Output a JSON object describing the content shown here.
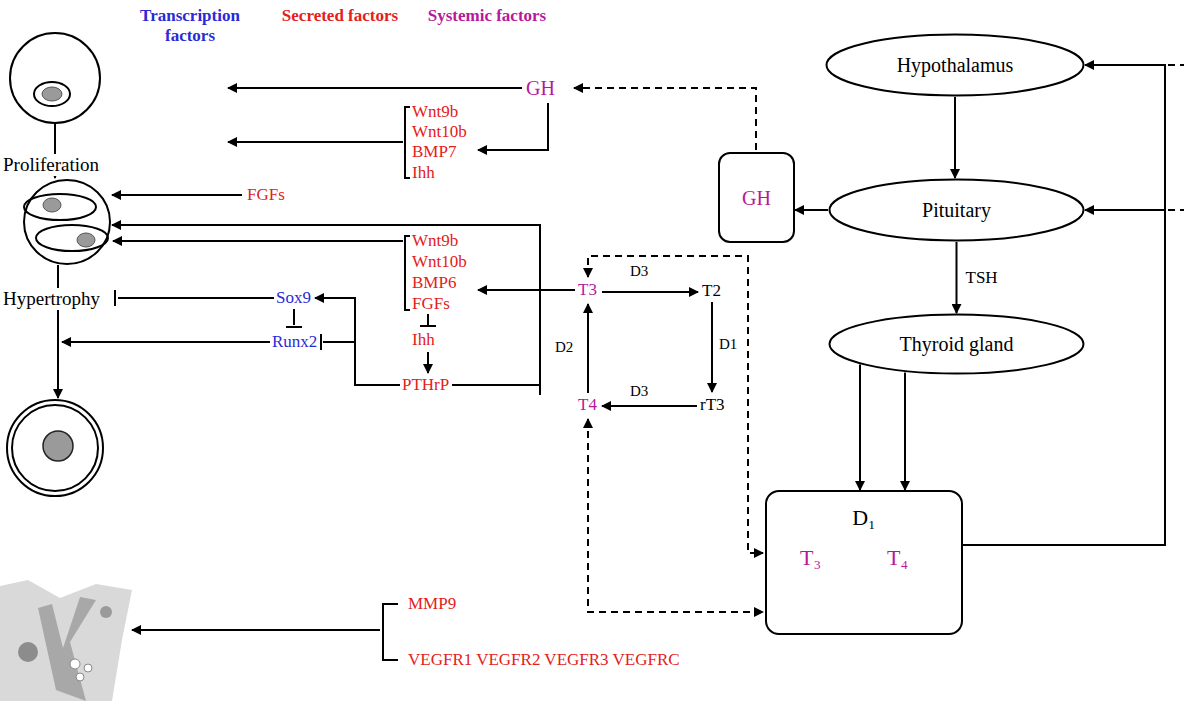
{
  "diagram": {
    "nodes": [
      {
        "text": [
          "Hypothalamus"
        ]
      },
      {
        "text": [
          "Pituitary"
        ]
      },
      {
        "text": [
          "GH"
        ]
      },
      {
        "text": [
          "Thyroid gland"
        ]
      },
      {
        "text": [
          "D₁",
          "T₃",
          "T₄"
        ]
      }
    ],
    "edges": [
      {
        "from": 0,
        "to": 1,
        "arrow": "to"
      },
      {
        "from": 1,
        "to": 3,
        "label": "TSH",
        "arrow": "to"
      },
      {
        "from": 1,
        "to": 2,
        "arrow": "to"
      },
      {
        "from": 3,
        "to": 4,
        "arrow": "to"
      },
      {
        "from": 3,
        "to": 4,
        "arrow": "to"
      },
      {
        "from": 4,
        "to": 0,
        "arrow": "to"
      },
      {
        "from": 4,
        "to": 1,
        "arrow": "to"
      }
    ],
    "labels": [
      "Transcription factors",
      "Secreted factors",
      "Systemic factors",
      "GH",
      "Wnt9b",
      "Wnt10b",
      "BMP7",
      "Ihh",
      "Proliferation",
      "FGFs",
      "Wnt9b",
      "Wnt10b",
      "BMP6",
      "FGFs",
      "Ihh",
      "PTHrP",
      "Hypertrophy",
      "Sox9",
      "Runx2",
      "T3",
      "D3",
      "T2",
      "D2",
      "D1",
      "T4",
      "D3",
      "rT3",
      "MMP9",
      "VEGFR1 VEGFR2 VEGFR3 VEGFRC"
    ]
  }
}
